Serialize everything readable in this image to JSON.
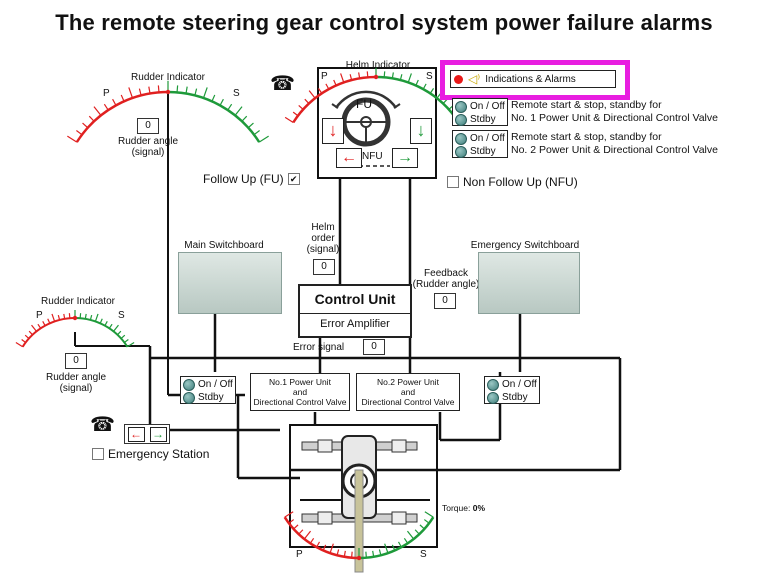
{
  "title": "The remote steering gear control system power failure alarms",
  "helm": {
    "label": "Helm Indicator",
    "port": "P",
    "starboard": "S",
    "fu": "FU",
    "nfu": "NFU"
  },
  "rudder_indicator_top": {
    "label": "Rudder Indicator",
    "port": "P",
    "starboard": "S",
    "value": "0",
    "caption": "Rudder angle\n(signal)"
  },
  "rudder_indicator_left": {
    "label": "Rudder Indicator",
    "port": "P",
    "starboard": "S",
    "value": "0",
    "caption": "Rudder angle\n(signal)"
  },
  "rudder_indicator_bottom": {
    "port": "P",
    "starboard": "S"
  },
  "alarms": {
    "label": "Indications & Alarms"
  },
  "bridge_panels": [
    {
      "on_off": "On / Off",
      "stdby": "Stdby",
      "desc1": "Remote start & stop, standby for",
      "desc2": "No. 1 Power Unit & Directional Control Valve"
    },
    {
      "on_off": "On / Off",
      "stdby": "Stdby",
      "desc1": "Remote start & stop, standby for",
      "desc2": "No. 2 Power Unit & Directional Control Valve"
    }
  ],
  "follow_up": {
    "label": "Follow Up (FU)",
    "checked": "✔"
  },
  "non_follow_up": {
    "label": "Non Follow Up (NFU)"
  },
  "helm_order": {
    "label": "Helm\norder\n(signal)",
    "value": "0"
  },
  "feedback": {
    "label": "Feedback\n(Rudder angle)",
    "value": "0"
  },
  "main_switchboard": "Main Switchboard",
  "emergency_switchboard": "Emergency Switchboard",
  "control_unit": {
    "title": "Control Unit",
    "sub": "Error Amplifier"
  },
  "error_signal": {
    "label": "Error signal",
    "value": "0"
  },
  "power_units": [
    {
      "line1": "No.1 Power Unit",
      "line2": "and",
      "line3": "Directional Control Valve"
    },
    {
      "line1": "No.2 Power Unit",
      "line2": "and",
      "line3": "Directional Control Valve"
    }
  ],
  "local_panels": [
    {
      "on_off": "On / Off",
      "stdby": "Stdby"
    },
    {
      "on_off": "On / Off",
      "stdby": "Stdby"
    }
  ],
  "emergency_station": {
    "label": "Emergency Station"
  },
  "torque": {
    "label": "Torque:",
    "value": "0%"
  },
  "colors": {
    "port": "#e02020",
    "starboard": "#1e9a3a",
    "highlight": "#e81ee0",
    "led": "#3e7e7b"
  }
}
